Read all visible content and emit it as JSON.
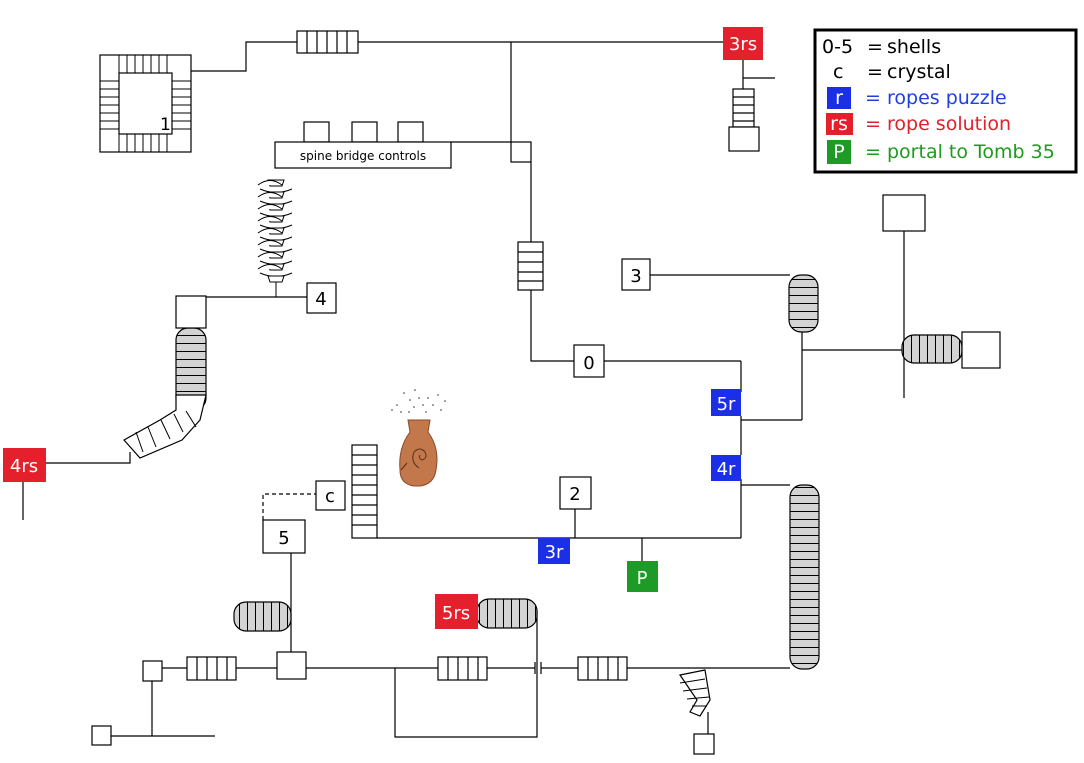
{
  "legend": {
    "rows": [
      {
        "key": "0-5",
        "eq": "=",
        "desc": "shells",
        "color": "#000000",
        "box": null
      },
      {
        "key": "c",
        "eq": "=",
        "desc": "crystal",
        "color": "#000000",
        "box": null
      },
      {
        "key": "r",
        "eq": "=",
        "desc": "ropes puzzle",
        "color": "#1f3fe0",
        "box": "#1a2fe6"
      },
      {
        "key": "rs",
        "eq": "=",
        "desc": "rope solution",
        "color": "#e0202a",
        "box": "#e3202b"
      },
      {
        "key": "P",
        "eq": "=",
        "desc": "portal to Tomb 35",
        "color": "#1f9a1f",
        "box": "#1e9a26"
      }
    ]
  },
  "nodes": {
    "shell0": "0",
    "shell1": "1",
    "shell2": "2",
    "shell3": "3",
    "shell4": "4",
    "shell5": "5",
    "crystal": "c",
    "r3": "3r",
    "r4": "4r",
    "r5": "5r",
    "rs3": "3rs",
    "rs4": "4rs",
    "rs5": "5rs",
    "portal": "P"
  },
  "labels": {
    "spine_bridge": "spine bridge controls"
  },
  "colors": {
    "ropes_blue": "#1a2fe6",
    "solution_red": "#e3202b",
    "portal_green": "#1e9a26",
    "tube_gray": "#d3d3d3",
    "vase_brown": "#c2784a"
  }
}
